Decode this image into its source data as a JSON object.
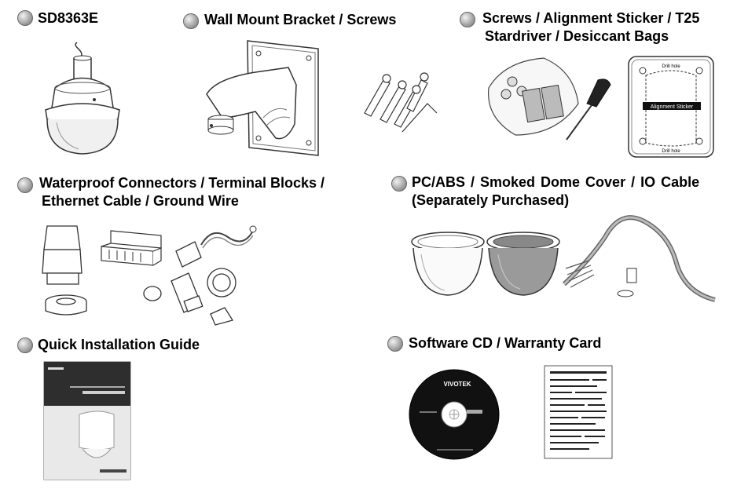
{
  "sections": [
    {
      "id": "sd8363e",
      "title_lines": [
        "SD8363E"
      ]
    },
    {
      "id": "wall-mount",
      "title_lines": [
        "Wall Mount Bracket / Screws"
      ]
    },
    {
      "id": "screws-sticker",
      "title_lines": [
        "Screws / Alignment Sticker / T25",
        "Stardriver / Desiccant Bags"
      ]
    },
    {
      "id": "connectors",
      "title_lines": [
        "Waterproof Connectors / Terminal Blocks /",
        "Ethernet Cable / Ground Wire"
      ]
    },
    {
      "id": "dome-cover",
      "title_lines": [
        "PC/ABS / Smoked Dome Cover / IO Cable",
        "(Separately Purchased)"
      ]
    },
    {
      "id": "quick-guide",
      "title_lines": [
        "Quick Installation Guide"
      ]
    },
    {
      "id": "software-cd",
      "title_lines": [
        "Software CD / Warranty Card"
      ]
    }
  ],
  "sticker": {
    "drill_hole_top": "Drill hole",
    "label": "Alignment Sticker",
    "drill_hole_bottom": "Drill hole"
  },
  "cd": {
    "brand": "VIVOTEK"
  }
}
